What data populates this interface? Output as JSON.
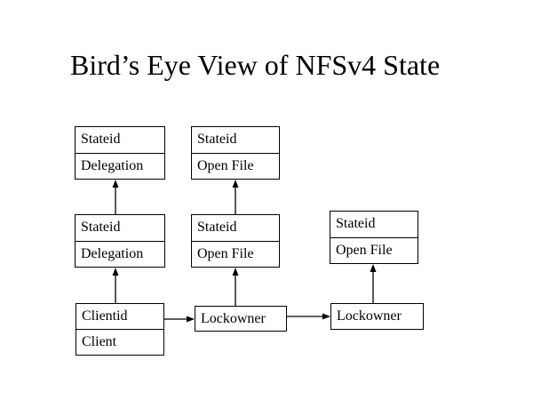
{
  "slide": {
    "title": "Bird’s Eye View of NFSv4 State"
  },
  "colors": {
    "background": "#FFFFFF",
    "text": "#000000",
    "line": "#000000"
  },
  "diagram": {
    "boxes": [
      {
        "name": "delegation-state-upper",
        "labels": [
          "Stateid",
          "Delegation"
        ]
      },
      {
        "name": "open-file-state-upper",
        "labels": [
          "Stateid",
          "Open File"
        ]
      },
      {
        "name": "delegation-state-lower",
        "labels": [
          "Stateid",
          "Delegation"
        ]
      },
      {
        "name": "open-file-state-lower",
        "labels": [
          "Stateid",
          "Open File"
        ]
      },
      {
        "name": "open-file-state-right",
        "labels": [
          "Stateid",
          "Open File"
        ]
      },
      {
        "name": "client",
        "labels": [
          "Clientid",
          "Client"
        ]
      },
      {
        "name": "lockowner-middle",
        "labels": [
          "Lockowner"
        ]
      },
      {
        "name": "lockowner-right",
        "labels": [
          "Lockowner"
        ]
      }
    ],
    "connections": [
      {
        "from": "delegation-state-lower",
        "to": "delegation-state-upper",
        "direction": "up"
      },
      {
        "from": "open-file-state-lower",
        "to": "open-file-state-upper",
        "direction": "up"
      },
      {
        "from": "client",
        "to": "delegation-state-lower",
        "direction": "up"
      },
      {
        "from": "lockowner-middle",
        "to": "open-file-state-lower",
        "direction": "up"
      },
      {
        "from": "lockowner-right",
        "to": "open-file-state-right",
        "direction": "up"
      },
      {
        "from": "client",
        "to": "lockowner-middle",
        "direction": "right"
      },
      {
        "from": "lockowner-middle",
        "to": "lockowner-right",
        "direction": "right"
      }
    ]
  }
}
